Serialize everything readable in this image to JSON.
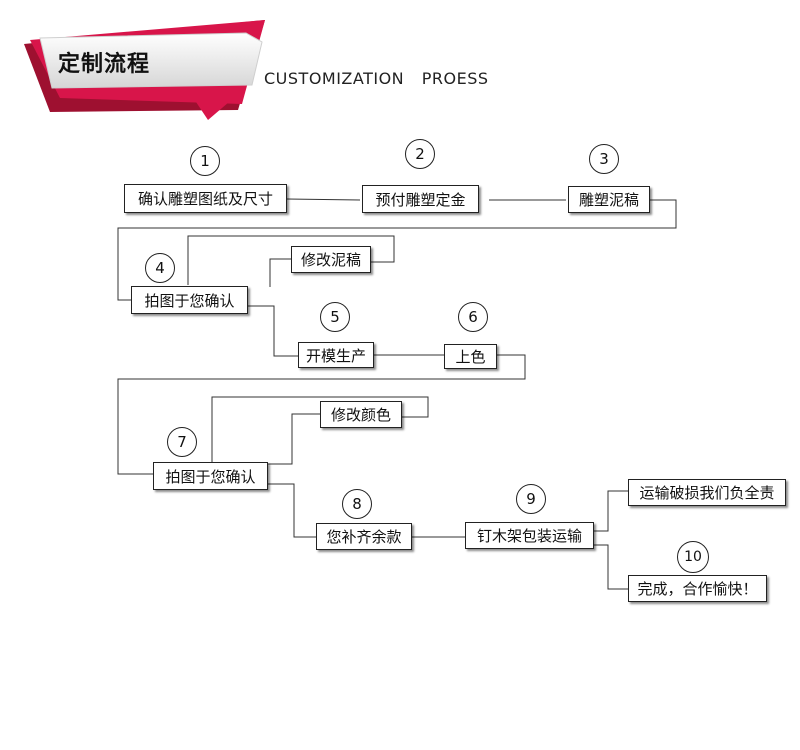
{
  "header": {
    "title": "定制流程",
    "subtitle": "CUSTOMIZATION  PROESS",
    "colors": {
      "accent": "#d8154a",
      "accent_dark": "#9e1030",
      "plate": "#eeeeee"
    }
  },
  "steps": [
    {
      "number": "1",
      "label": "确认雕塑图纸及尺寸"
    },
    {
      "number": "2",
      "label": "预付雕塑定金"
    },
    {
      "number": "3",
      "label": "雕塑泥稿"
    },
    {
      "number": "4",
      "label": "拍图于您确认",
      "loop_label": "修改泥稿"
    },
    {
      "number": "5",
      "label": "开模生产"
    },
    {
      "number": "6",
      "label": "上色"
    },
    {
      "number": "7",
      "label": "拍图于您确认",
      "loop_label": "修改颜色"
    },
    {
      "number": "8",
      "label": "您补齐余款"
    },
    {
      "number": "9",
      "label": "钉木架包装运输",
      "branch_label": "运输破损我们负全责"
    },
    {
      "number": "10",
      "label": "完成，合作愉快！"
    }
  ]
}
